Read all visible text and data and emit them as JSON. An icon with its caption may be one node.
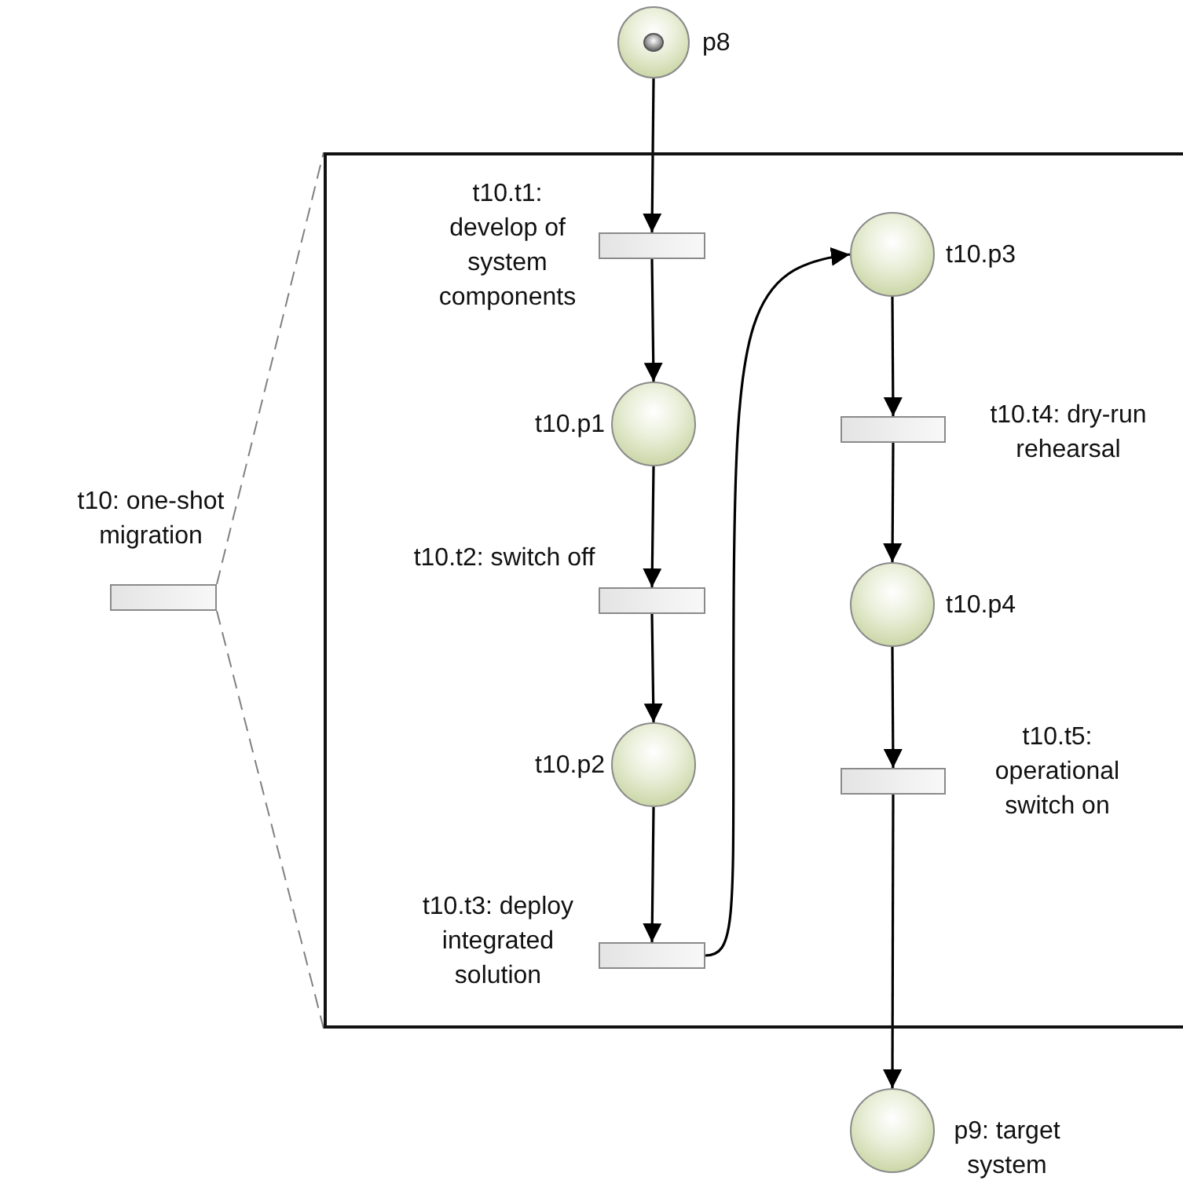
{
  "diagram": {
    "nodes": [
      {
        "text": [
          "p8"
        ]
      },
      {
        "text": [
          "t10: one-shot migration"
        ]
      },
      {
        "text": [],
        "shape": "box"
      },
      {
        "text": [
          "t10.t1: develop of system components"
        ],
        "in": 2
      },
      {
        "text": [
          "t10.p1"
        ],
        "in": 2
      },
      {
        "text": [
          "t10.t2: switch off"
        ],
        "in": 2
      },
      {
        "text": [
          "t10.p2"
        ],
        "in": 2
      },
      {
        "text": [
          "t10.t3: deploy integrated solution"
        ],
        "in": 2
      },
      {
        "text": [
          "t10.p3"
        ],
        "in": 2
      },
      {
        "text": [
          "t10.t4: dry-run rehearsal"
        ],
        "in": 2
      },
      {
        "text": [
          "t10.p4"
        ],
        "in": 2
      },
      {
        "text": [
          "t10.t5: operational switch on"
        ],
        "in": 2
      },
      {
        "text": [
          "p9: target system"
        ]
      }
    ],
    "edges": [
      {
        "from": 0,
        "to": 3,
        "arrow": "to"
      },
      {
        "from": 3,
        "to": 4,
        "arrow": "to"
      },
      {
        "from": 4,
        "to": 5,
        "arrow": "to"
      },
      {
        "from": 5,
        "to": 6,
        "arrow": "to"
      },
      {
        "from": 6,
        "to": 7,
        "arrow": "to"
      },
      {
        "from": 7,
        "to": 8,
        "arrow": "to"
      },
      {
        "from": 8,
        "to": 9,
        "arrow": "to"
      },
      {
        "from": 9,
        "to": 10,
        "arrow": "to"
      },
      {
        "from": 10,
        "to": 11,
        "arrow": "to"
      },
      {
        "from": 11,
        "to": 12,
        "arrow": "to"
      },
      {
        "from": 1,
        "to": 2,
        "arrow": "none",
        "style": "dashed",
        "color": "#808080"
      },
      {
        "from": 1,
        "to": 2,
        "arrow": "none",
        "style": "dashed",
        "color": "#808080"
      }
    ]
  }
}
